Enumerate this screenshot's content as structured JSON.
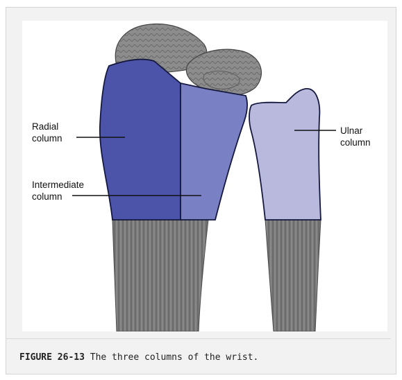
{
  "figure": {
    "labels": {
      "radial": [
        "Radial",
        "column"
      ],
      "intermediate": [
        "Intermediate",
        "column"
      ],
      "ulnar": [
        "Ulnar",
        "column"
      ]
    },
    "colors": {
      "radial_column": "#4b54a8",
      "intermediate_column": "#7a80c4",
      "ulnar_column": "#b8b9dd",
      "bone_shaft": "#7c7c7c",
      "carpal": "#8a8a8a"
    }
  },
  "caption": {
    "number": "FIGURE 26-13",
    "text": " The three columns of the wrist."
  }
}
